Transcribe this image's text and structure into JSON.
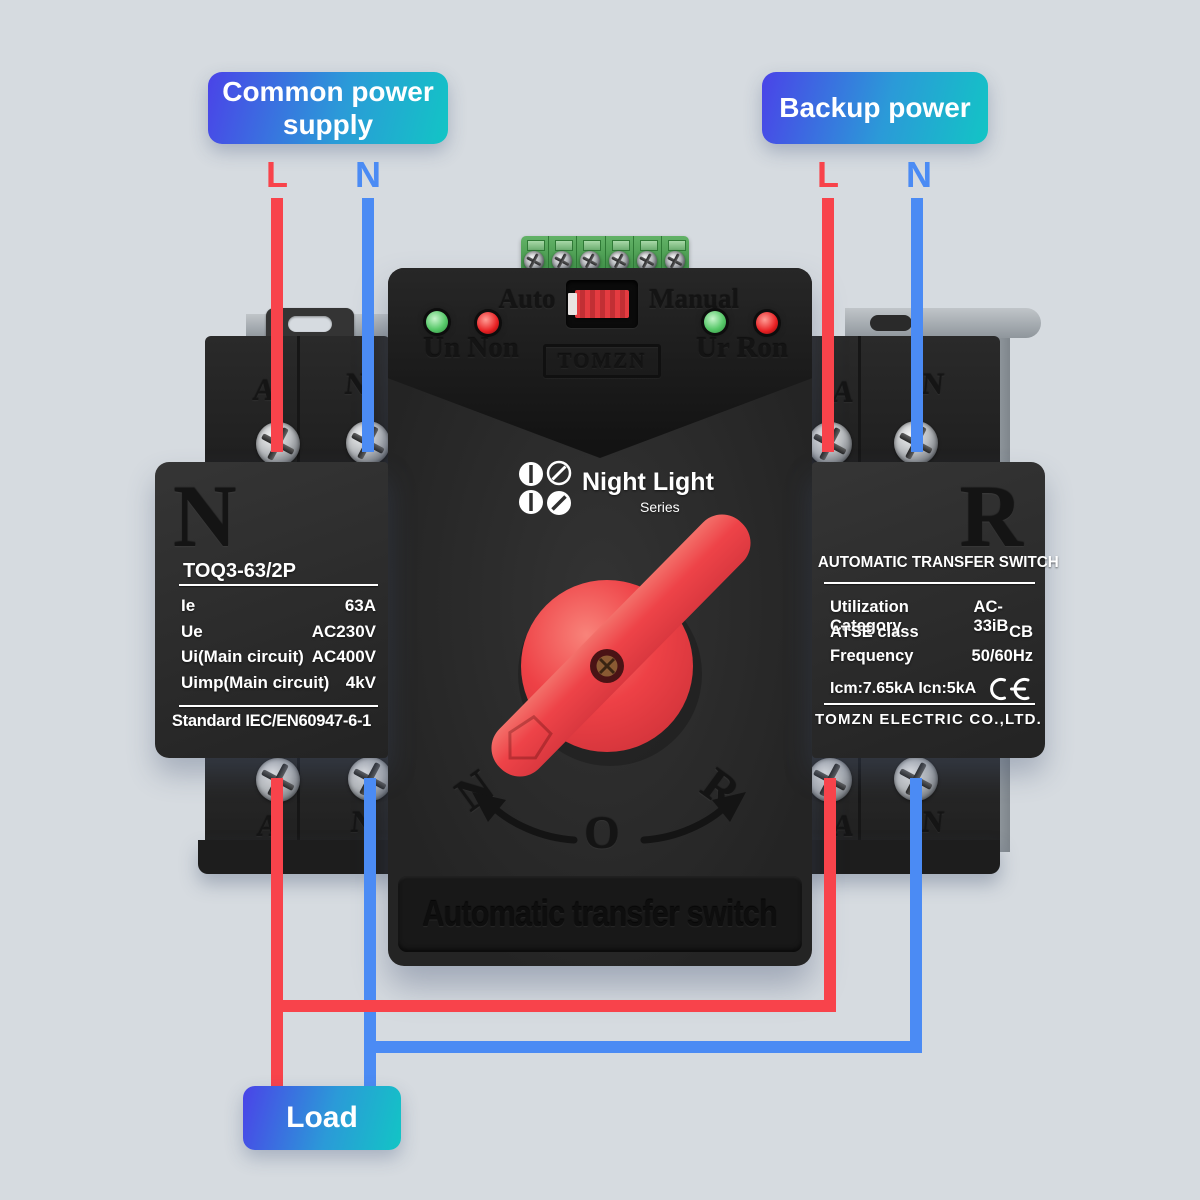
{
  "annotations": {
    "common_power_label": "Common power supply",
    "backup_power_label": "Backup power",
    "load_label": "Load",
    "common_live": "L",
    "common_neutral": "N",
    "backup_live": "L",
    "backup_neutral": "N"
  },
  "device": {
    "mode_auto": "Auto",
    "mode_manual": "Manual",
    "indicator_left": "Un Non",
    "indicator_right": "Ur Ron",
    "brand_plate": "TOMZN",
    "series_logo": {
      "name": "Night Light",
      "series": "Series"
    },
    "knob_positions": {
      "normal": "N",
      "off": "O",
      "reserve": "R"
    },
    "bottom_label": "Automatic transfer switch",
    "terminal_labels": {
      "live": "A",
      "neutral": "N"
    }
  },
  "left_panel": {
    "letter": "N",
    "model": "TOQ3-63/2P",
    "specs": [
      {
        "label": "Ie",
        "value": "63A"
      },
      {
        "label": "Ue",
        "value": "AC230V"
      },
      {
        "label": "Ui(Main circuit)",
        "value": "AC400V"
      },
      {
        "label": "Uimp(Main circuit)",
        "value": "4kV"
      }
    ],
    "standard": "Standard IEC/EN60947-6-1"
  },
  "right_panel": {
    "letter": "R",
    "title": "AUTOMATIC TRANSFER SWITCH",
    "specs": [
      {
        "label": "Utilization Category",
        "value": "AC-33iB"
      },
      {
        "label": "ATSE class",
        "value": "CB"
      },
      {
        "label": "Frequency",
        "value": "50/60Hz"
      }
    ],
    "ratings": "Icm:7.65kA Icn:5kA",
    "company": "TOMZN ELECTRIC CO.,LTD."
  },
  "colors": {
    "background": "#d6dbe0",
    "wire_live": "#f8434b",
    "wire_neutral": "#4b8bf4",
    "badge_start": "#4a43e8",
    "badge_end": "#12c5c5",
    "knob_red": "#ee4348",
    "connector_green": "#4ba450"
  }
}
